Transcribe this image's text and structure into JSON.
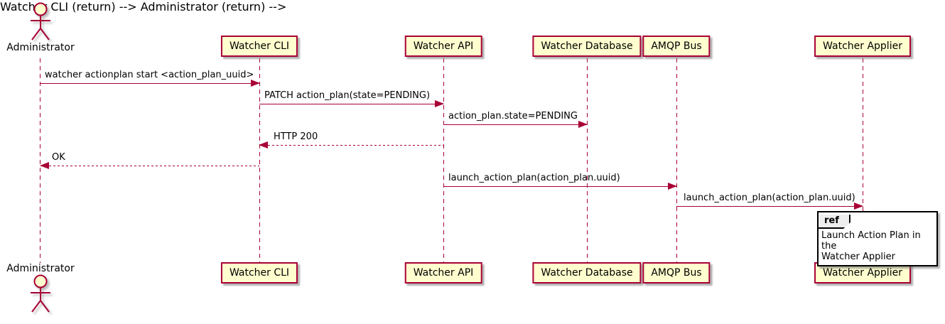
{
  "diagram": {
    "type": "plantuml-sequence",
    "colors": {
      "participant_fill": "#FEFECE",
      "participant_border": "#A80036",
      "message_line": "#A80036",
      "lifeline": "#A80036",
      "ref_border": "#000000",
      "ref_header_fill": "#EEEEEE",
      "text": "#000000"
    },
    "actor": {
      "label": "Administrator"
    },
    "participants": [
      {
        "label": "Watcher CLI"
      },
      {
        "label": "Watcher API"
      },
      {
        "label": "Watcher Database"
      },
      {
        "label": "AMQP Bus"
      },
      {
        "label": "Watcher Applier"
      }
    ],
    "messages": [
      {
        "from": "Administrator",
        "to": "Watcher CLI",
        "style": "solid",
        "label": "watcher actionplan start <action_plan_uuid>"
      },
      {
        "from": "Watcher CLI",
        "to": "Watcher API",
        "style": "solid",
        "label": "PATCH action_plan(state=PENDING)"
      },
      {
        "from": "Watcher API",
        "to": "Watcher Database",
        "style": "solid",
        "label": "action_plan.state=PENDING"
      },
      {
        "from": "Watcher API",
        "to": "Watcher CLI",
        "style": "dashed",
        "label": "HTTP 200"
      },
      {
        "from": "Watcher CLI",
        "to": "Administrator",
        "style": "dashed",
        "label": "OK"
      },
      {
        "from": "Watcher API",
        "to": "AMQP Bus",
        "style": "solid",
        "label": "launch_action_plan(action_plan.uuid)"
      },
      {
        "from": "AMQP Bus",
        "to": "Watcher Applier",
        "style": "solid",
        "label": "launch_action_plan(action_plan.uuid)"
      }
    ],
    "ref": {
      "keyword": "ref",
      "lines": {
        "0": "Launch Action Plan in the",
        "1": "Watcher Applier"
      }
    }
  }
}
